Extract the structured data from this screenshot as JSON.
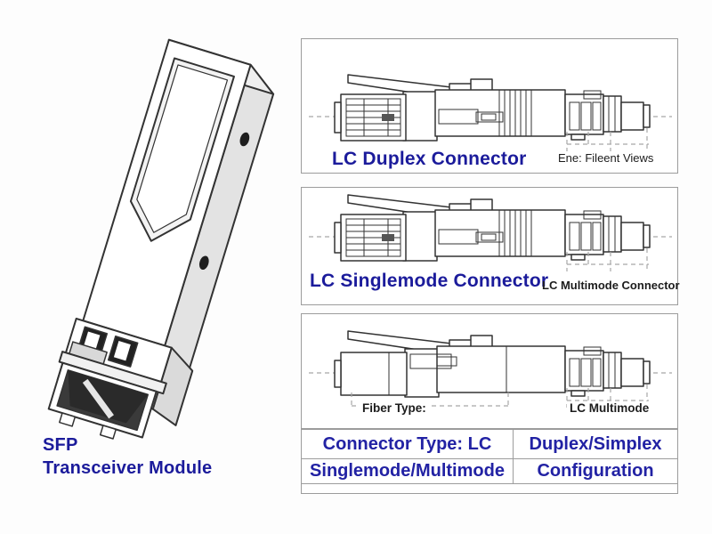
{
  "colors": {
    "accent_blue": "#1b1b9b",
    "table_text_blue": "#2222a4",
    "panel_border_gray": "#9c9c9c",
    "drawing_line": "#333333"
  },
  "left_label": {
    "line1": "SFP",
    "line2": "Transceiver Module"
  },
  "panels": [
    {
      "heading": "LC Duplex Connector",
      "annotation_right": "Ene: Fileent Views",
      "drawing": "lc-duplex-connector-side-view"
    },
    {
      "heading": "LC Singlemode Connector",
      "annotation_right": "LC Multimode Connector",
      "drawing": "lc-singlemode-connector-side-view"
    },
    {
      "annotation_left": "Fiber Type:",
      "annotation_right": "LC Multimode",
      "drawing": "lc-connector-side-view-plain"
    }
  ],
  "table": {
    "rows": [
      [
        "Connector Type: LC",
        "Duplex/Simplex"
      ],
      [
        "Singlemode/Multimode",
        "Configuration"
      ]
    ]
  }
}
